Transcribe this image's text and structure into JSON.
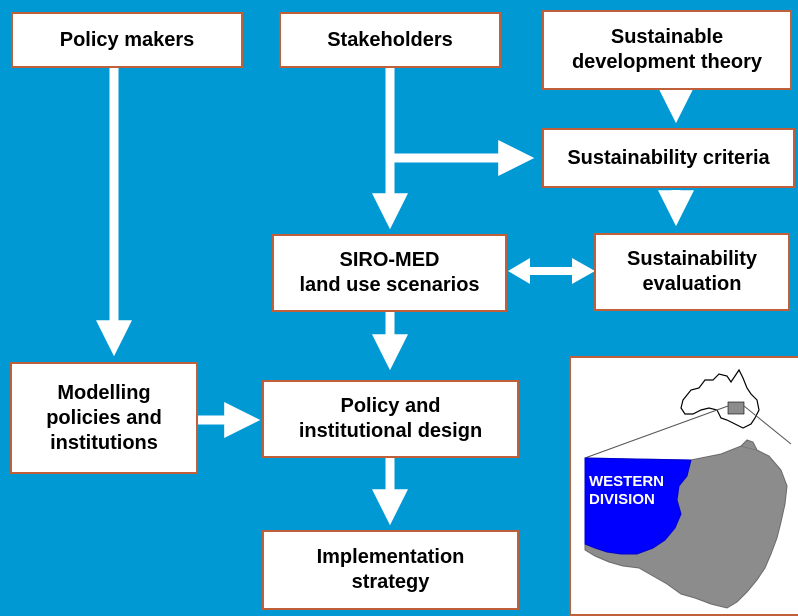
{
  "boxes": {
    "policy_makers": "Policy makers",
    "stakeholders": "Stakeholders",
    "sustainable_theory": "Sustainable\ndevelopment theory",
    "sustainability_criteria": "Sustainability criteria",
    "siro_med": "SIRO-MED\nland use scenarios",
    "sustainability_evaluation": "Sustainability\nevaluation",
    "modelling": "Modelling\npolicies and\ninstitutions",
    "policy_design": "Policy and\ninstitutional design",
    "implementation": "Implementation\nstrategy"
  },
  "map": {
    "region_label": "WESTERN\nDIVISION"
  },
  "colors": {
    "background": "#0099d4",
    "box_border": "#c0603a",
    "arrow": "#ffffff",
    "region_highlight": "#0000ff",
    "state_fill": "#8c8c8c"
  }
}
